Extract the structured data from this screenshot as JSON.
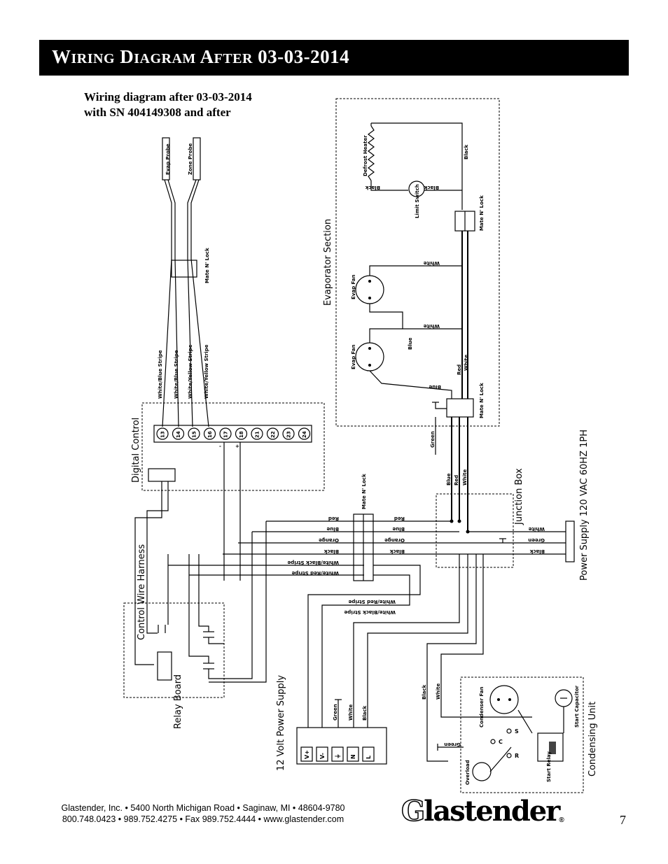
{
  "header": {
    "title": "Wiring Diagram After 03-03-2014"
  },
  "caption": {
    "line1": "Wiring diagram after 03-03-2014",
    "line2": "with SN 404149308 and after"
  },
  "diagram": {
    "sections": {
      "evaporator": "Evaporator Section",
      "digital_control": "Digital Control",
      "control_harness": "Control Wire Harness",
      "relay_board": "Relay Board",
      "junction_box": "Junction Box",
      "power_supply": "Power Supply 120 VAC 60HZ 1PH",
      "psu12": "12 Volt Power Supply",
      "condensing": "Condensing Unit"
    },
    "components": {
      "evap_probe": "Evap Probe",
      "zone_probe": "Zone Probe",
      "defrost_heater": "Defrost Heater",
      "limit_switch": "Limit Switch",
      "evap_fan": "Evap Fan",
      "mate_n_lock": "Mate N' Lock",
      "condenser_fan": "Condenser Fan",
      "start_capacitor": "Start Capacitor",
      "start_relay": "Start Relay",
      "overload": "Overload"
    },
    "terminals": [
      "13",
      "14",
      "15",
      "16",
      "17",
      "18",
      "21",
      "22",
      "23",
      "24"
    ],
    "psu_terminals": [
      "V+",
      "V-",
      "⏚",
      "N",
      "L"
    ],
    "compressor_terminals": [
      "S",
      "C",
      "R"
    ],
    "wires": {
      "white_blue_stripe": "White/Blue Stripe",
      "white_yellow_stripe": "White/Yellow Stripe",
      "white_red_stripe": "White/Red Stripe",
      "white_black_stripe": "White/Black Stripe",
      "red": "Red",
      "blue": "Blue",
      "orange": "Orange",
      "black": "Black",
      "white": "White",
      "green": "Green"
    }
  },
  "footer": {
    "line1": "Glastender, Inc.  •  5400 North Michigan Road  •  Saginaw, MI  •  48604-9780",
    "line2": "800.748.0423  •  989.752.4275  •  Fax 989.752.4444  •  www.glastender.com",
    "logo_initial": "G",
    "logo_rest": "lastender",
    "logo_reg": "®",
    "page_number": "7"
  }
}
